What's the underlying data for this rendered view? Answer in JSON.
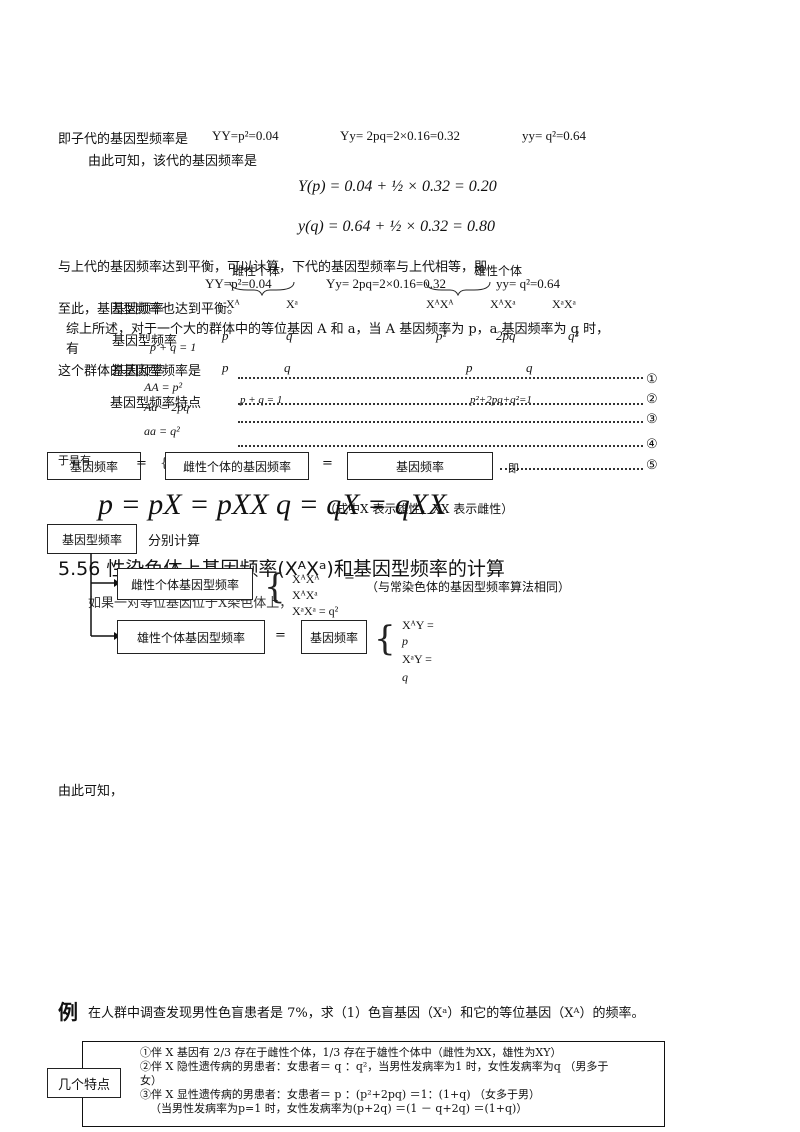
{
  "line1": {
    "lead": "即子代的基因型频率是",
    "yy_big": "YY=p²=0.04",
    "yy_mid": "Yy= 2pq=2×0.16=0.32",
    "yy_small": "yy= q²=0.64"
  },
  "line2": "由此可知，该代的基因频率是",
  "eq1": "Y(p) = 0.04 + ½ × 0.32 = 0.20",
  "eq2": "y(q) = 0.64 + ½ × 0.32 = 0.80",
  "line3": "与上代的基因频率达到平衡，可以计算，下代的基因型频率与上代相等，即",
  "overlay1": {
    "female_group": "雌性个体",
    "male_group": "雄性个体",
    "yy_big": "YY=p²=0.04",
    "yy_mid": "Yy= 2pq=2×0.16=0.32",
    "yy_small": "yy= q²=0.64",
    "xa_upper": "Xᴬ",
    "xa_lower": "Xᵃ",
    "xaxa_upper": "XᴬXᴬ",
    "xaxa_mixed": "XᴬXᵃ",
    "xaxa_lower": "XᵃXᵃ"
  },
  "line4": "至此，基因型频率也达到平衡。",
  "overlay2": {
    "gene_freq_label": "基因频率",
    "genotype_freq_label": "基因型频率",
    "p": "p",
    "q": "q",
    "p2": "p²",
    "two_pq": "2pq",
    "q2": "q²"
  },
  "line5": "综上所述，对于一个大的群体中的等位基因 A 和 a，当 A 基因频率为 p，a 基因频率为 q 时，",
  "line6": "有",
  "pq_sum": "p + q = 1",
  "line7": "这个群体的基因型频率是",
  "overlay3": {
    "gene_freq_label": "基因频率",
    "aa_big": "AA = p²",
    "aa_mid": "Aa = 2pq",
    "aa_small": "aa = q²",
    "genotype_feature": "基因型频率特点",
    "pq1": "p + q = 1",
    "pq2": "p²+2pq+q²=1",
    "p": "p",
    "q": "q"
  },
  "markers": [
    "①",
    "②",
    "③",
    "④",
    "⑤"
  ],
  "diagram": {
    "gene_freq_box": "基因频率",
    "gene_freq_overlay": "于是有",
    "equals": "=",
    "female_gene_freq_box": "雌性个体的基因频率",
    "male_gene_freq_box": "基因频率",
    "tail_overlay": "即",
    "big_formula": "p = pX = pXX  q = qX = qXX",
    "formula_note": "（式中X 表示雄性，XX 表示雌性）",
    "genotype_freq_box": "基因型频率",
    "separate_calc": "分别计算",
    "female_genotype_box": "雌性个体基因型频率",
    "female_genotypes": [
      "XᴬXᴬ",
      "XᴬXᵃ",
      "XᵃXᵃ = q²"
    ],
    "female_note": "（与常染色体的基因型频率算法相同）",
    "male_genotype_box": "雄性个体基因型频率",
    "male_genotypes": [
      "XᴬY =",
      "p",
      "XᵃY =",
      "q"
    ]
  },
  "section_heading": "5.56 性染色体上基因频率(XᴬXᵃ)和基因型频率的计算",
  "section_sub": "如果一对等位基因位于X染色体上，",
  "conclusion": "由此可知，",
  "example": {
    "label": "例",
    "text": "在人群中调查发现男性色盲患者是 7%，求（1）色盲基因（Xᵃ）和它的等位基因（Xᴬ）的频率。"
  },
  "features": {
    "label": "几个特点",
    "lines": [
      "①伴 X 基因有 2/3 存在于雌性个体，1/3 存在于雄性个体中（雌性为XX，雄性为XY）",
      "②伴 X 隐性遗传病的男患者：女患者＝ q ：q²，当男性发病率为1 时，女性发病率为q （男多于",
      "女）",
      "③伴 X 显性遗传病的男患者：女患者＝ p ：(p²+2pq) ＝1：(1+q) （女多于男）",
      "（当男性发病率为p=1 时，女性发病率为(p+2q) ＝(1 － q+2q) ＝(1+q)）"
    ]
  }
}
